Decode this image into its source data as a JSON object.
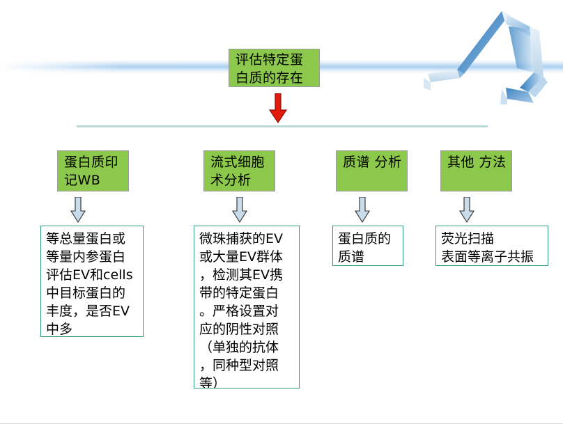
{
  "slide": {
    "background_color": "#FFFFFF",
    "accent_green": "#8CC84B",
    "accent_teal_border": "#2E9E78",
    "accent_red": "#D81E05",
    "accent_blue": "#BBD6EA",
    "divider_color": "#BCD9D6"
  },
  "top_node": {
    "label": "评估特定蛋\n白质的存在"
  },
  "columns": [
    {
      "header": "蛋白质印\n记WB",
      "detail": "等总量蛋白或\n等量内参蛋白\n评估EV和cells\n中目标蛋白的\n丰度，是否EV\n中多"
    },
    {
      "header": "流式细胞\n术分析",
      "detail": "微珠捕获的EV\n或大量EV群体\n，检测其EV携\n带的特定蛋白\n。严格设置对\n应的阴性对照\n（单独的抗体\n，同种型对照\n等）"
    },
    {
      "header": "质谱\n分析",
      "detail": "蛋白质的\n质谱"
    },
    {
      "header": "其他\n方法",
      "detail": "荧光扫描\n表面等离子共振"
    }
  ]
}
